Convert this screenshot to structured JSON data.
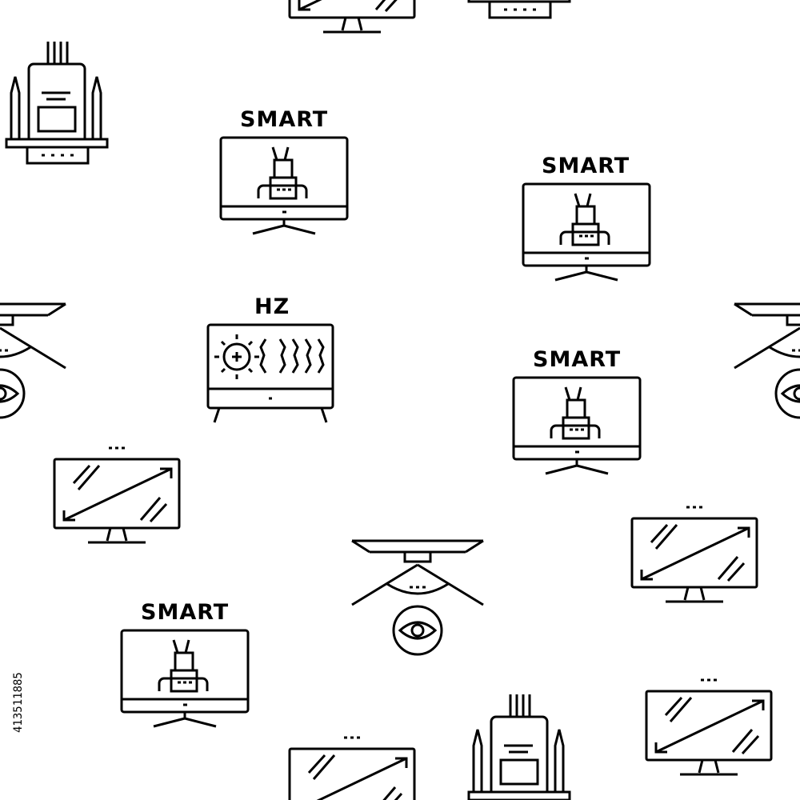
{
  "labels": {
    "smart": "SMART",
    "hz": "HZ"
  },
  "stock_id": "413511885",
  "icon_types": [
    "smart-monitor-icon",
    "refresh-rate-icon",
    "screen-diagonal-icon",
    "vga-connector-icon",
    "eye-care-monitor-icon"
  ],
  "colors": {
    "stroke": "#000000",
    "background": "#ffffff"
  }
}
